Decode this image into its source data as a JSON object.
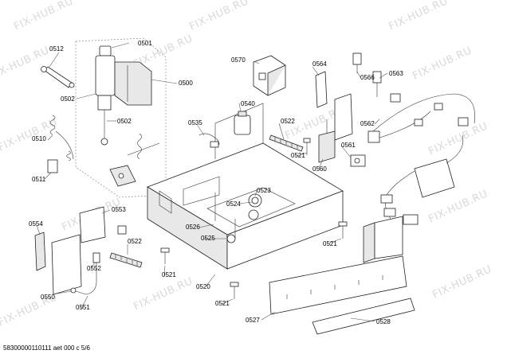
{
  "watermark": "FIX-HUB.RU",
  "footer": {
    "document_id": "58300000110111 aet 000 c 5/6"
  },
  "callouts": [
    {
      "id": "c0501",
      "label": "0501"
    },
    {
      "id": "c0512",
      "label": "0512"
    },
    {
      "id": "c0500",
      "label": "0500"
    },
    {
      "id": "c0502a",
      "label": "0502"
    },
    {
      "id": "c0502b",
      "label": "0502"
    },
    {
      "id": "c0510",
      "label": "0510"
    },
    {
      "id": "c0511",
      "label": "0511"
    },
    {
      "id": "c0570",
      "label": "0570"
    },
    {
      "id": "c0540",
      "label": "0540"
    },
    {
      "id": "c0535",
      "label": "0535"
    },
    {
      "id": "c0522a",
      "label": "0522"
    },
    {
      "id": "c0521a",
      "label": "0521"
    },
    {
      "id": "c0564",
      "label": "0564"
    },
    {
      "id": "c0566",
      "label": "0566"
    },
    {
      "id": "c0563",
      "label": "0563"
    },
    {
      "id": "c0562",
      "label": "0562"
    },
    {
      "id": "c0561",
      "label": "0561"
    },
    {
      "id": "c0560",
      "label": "0560"
    },
    {
      "id": "c0523",
      "label": "0523"
    },
    {
      "id": "c0524",
      "label": "0524"
    },
    {
      "id": "c0553",
      "label": "0553"
    },
    {
      "id": "c0526",
      "label": "0526"
    },
    {
      "id": "c0525",
      "label": "0525"
    },
    {
      "id": "c0554",
      "label": "0554"
    },
    {
      "id": "c0522b",
      "label": "0522"
    },
    {
      "id": "c0521b",
      "label": "0521"
    },
    {
      "id": "c0552",
      "label": "0552"
    },
    {
      "id": "c0520",
      "label": "0520"
    },
    {
      "id": "c0550",
      "label": "0550"
    },
    {
      "id": "c0551",
      "label": "0551"
    },
    {
      "id": "c0521c",
      "label": "0521"
    },
    {
      "id": "c0521d",
      "label": "0521"
    },
    {
      "id": "c0527",
      "label": "0527"
    },
    {
      "id": "c0528",
      "label": "0528"
    }
  ]
}
